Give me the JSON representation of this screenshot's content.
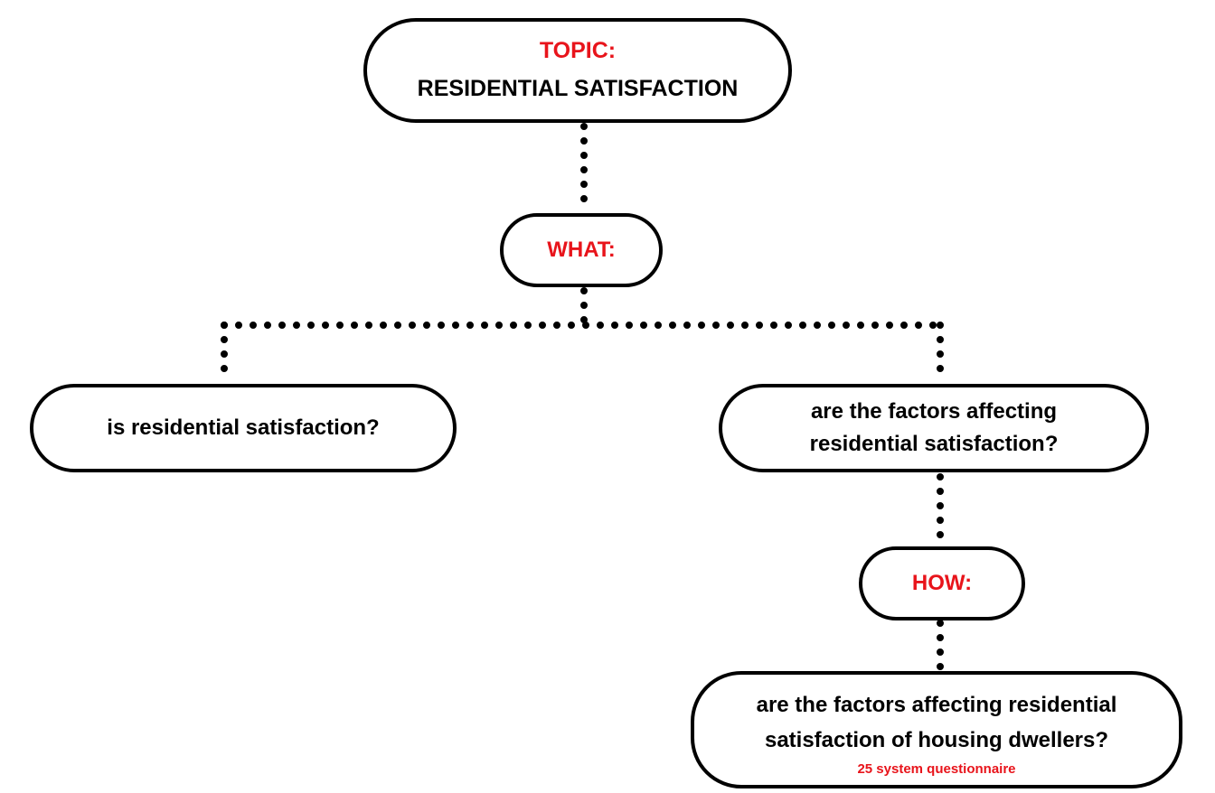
{
  "diagram": {
    "topic": {
      "label": "TOPIC:",
      "text": "RESIDENTIAL SATISFACTION"
    },
    "what": {
      "label": "WHAT:"
    },
    "what_definition": {
      "text": "is residential satisfaction?"
    },
    "what_factors": {
      "line1": "are the factors affecting",
      "line2": "residential satisfaction?"
    },
    "how": {
      "label": "HOW:"
    },
    "how_method": {
      "line1": "are the factors affecting residential",
      "line2": "satisfaction of housing dwellers?",
      "note": "25 system questionnaire"
    },
    "colors": {
      "label_red": "#e8141b",
      "border": "#000000",
      "connector": "#000000"
    },
    "connector_style": "dotted"
  }
}
